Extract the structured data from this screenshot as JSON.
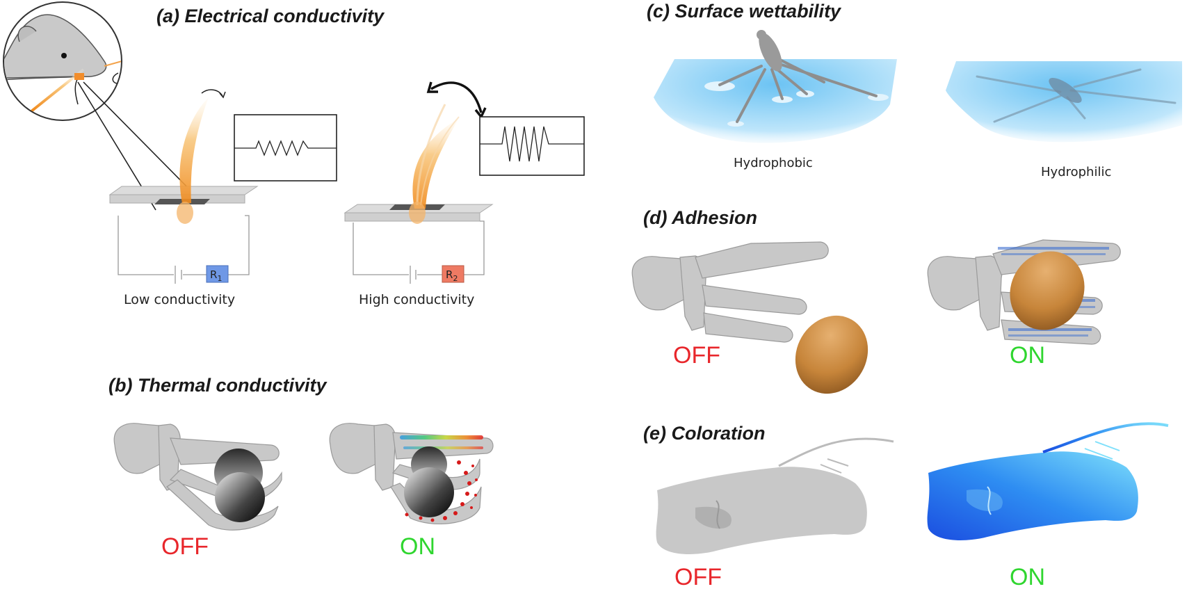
{
  "panels": {
    "a": {
      "title": "(a) Electrical conductivity",
      "low_caption": "Low conductivity",
      "high_caption": "High conductivity",
      "r1": "R",
      "r1_sub": "1",
      "r2": "R",
      "r2_sub": "2"
    },
    "b": {
      "title": "(b) Thermal conductivity",
      "off": "OFF",
      "on": "ON"
    },
    "c": {
      "title": "(c) Surface wettability",
      "left_caption": "Hydrophobic",
      "right_caption": "Hydrophilic"
    },
    "d": {
      "title": "(d) Adhesion",
      "off": "OFF",
      "on": "ON"
    },
    "e": {
      "title": "(e) Coloration",
      "off": "OFF",
      "on": "ON"
    }
  },
  "colors": {
    "off": "#e8262b",
    "on": "#2fd62f",
    "r1_box": "#6f98e6",
    "r2_box": "#ee7a63",
    "hair": "#f3a24a",
    "egg": "#c98a3c",
    "ray_on": "#1f6cf0",
    "water": "#8fd0f6"
  }
}
